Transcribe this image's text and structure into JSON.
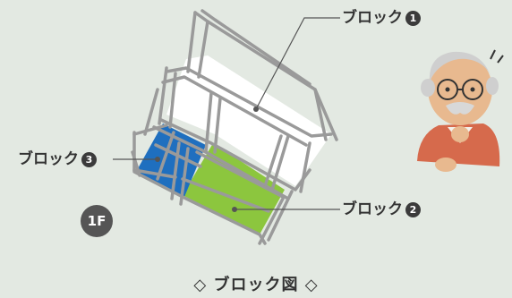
{
  "labels": {
    "block1": {
      "text": "ブロック",
      "num": "1"
    },
    "block2": {
      "text": "ブロック",
      "num": "2"
    },
    "block3": {
      "text": "ブロック",
      "num": "3"
    }
  },
  "floor_badge": "1F",
  "caption": "◇ ブロック図 ◇",
  "colors": {
    "background": "#e3e9e2",
    "block1_fill": "#ffffff",
    "block2_fill": "#8cc63e",
    "block3_fill": "#1f6fbf",
    "scaffold": "#9a9a9a"
  }
}
